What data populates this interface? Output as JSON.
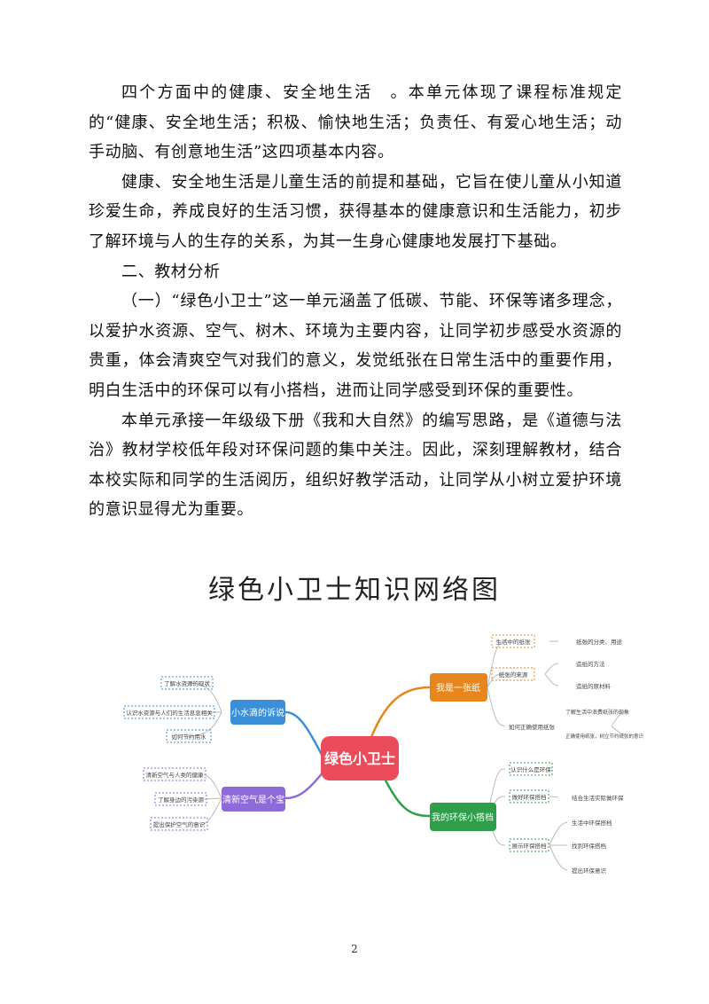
{
  "paragraphs": {
    "p1": "四个方面中的健康、安全地生活　。本单元体现了课程标准规定的“健康、安全地生活；积极、愉快地生活；负责任、有爱心地生活；动手动脑、有创意地生活”这四项基本内容。",
    "p2": "健康、安全地生活是儿童生活的前提和基础，它旨在使儿童从小知道珍爱生命，养成良好的生活习惯，获得基本的健康意识和生活能力，初步了解环境与人的生存的关系，为其一生身心健康地发展打下基础。",
    "heading2": "二、教材分析",
    "p3": "（一）“绿色小卫士”这一单元涵盖了低碳、节能、环保等诸多理念，以爱护水资源、空气、树木、环境为主要内容，让同学初步感受水资源的贵重，体会清爽空气对我们的意义，发觉纸张在日常生活中的重要作用，明白生活中的环保可以有小搭档，进而让同学感受到环保的重要性。",
    "p4": "本单元承接一年级级下册《我和大自然》的编写思路，是《道德与法治》教材学校低年段对环保问题的集中关注。因此，深刻理解教材，结合本校实际和同学的生活阅历，组织好教学活动，让同学从小树立爱护环境的意识显得尤为重要。"
  },
  "diagram": {
    "title": "绿色小卫士知识网络图",
    "center": "绿色小卫士",
    "branches": {
      "water": {
        "label": "小水滴的诉说",
        "color": "#3a8fd8",
        "leaves": [
          "了解水资源的现状",
          "认识水资源与人们的生活息息相关",
          "如何节约用水"
        ]
      },
      "air": {
        "label": "清新空气是个宝",
        "color": "#8e6bd8",
        "leaves": [
          "清新空气与人类的健康",
          "了解身边的污染源",
          "提出保护空气的意识"
        ]
      },
      "paper": {
        "label": "我是一张纸",
        "color": "#e8861e",
        "subs": [
          "生活中的纸张",
          "纸张的来源",
          "如何正确使用纸张"
        ],
        "leaves": [
          "纸张的分类、用途",
          "造纸的方法",
          "造纸的原材料",
          "了解生活中浪费纸张的现象",
          "正确使用纸张，树立节约纸张的意识"
        ]
      },
      "partner": {
        "label": "我的环保小搭档",
        "color": "#2e9e4a",
        "subs": [
          "认识什么是环保",
          "做好环保搭档",
          "展示环保搭档"
        ],
        "leaves": [
          "结合生活实际做环保",
          "生活中环保搭档",
          "找到环保搭档",
          "提出环保意识"
        ]
      }
    }
  },
  "page_number": "2"
}
